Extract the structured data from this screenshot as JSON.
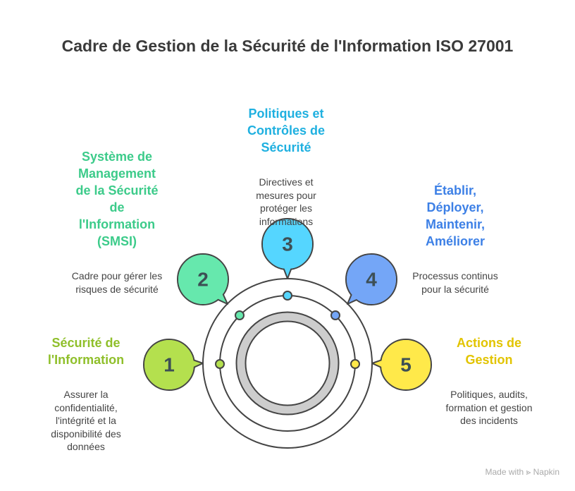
{
  "title": "Cadre de Gestion de la Sécurité de l'Information ISO 27001",
  "items": [
    {
      "number": "1",
      "title": "Sécurité de\nl'Information",
      "description": "Assurer la\nconfidentialité,\nl'intégrité et la\ndisponibilité des\ndonnées",
      "color": "#b4e04e",
      "title_color": "#8fbf2a"
    },
    {
      "number": "2",
      "title": "Système de\nManagement\nde la Sécurité\nde\nl'Information\n(SMSI)",
      "description": "Cadre pour gérer les\nrisques de sécurité",
      "color": "#66e8ad",
      "title_color": "#3ccb8a"
    },
    {
      "number": "3",
      "title": "Politiques et\nContrôles de\nSécurité",
      "description": "Directives et\nmesures pour\nprotéger les\ninformations",
      "color": "#55d6ff",
      "title_color": "#1fb0e0"
    },
    {
      "number": "4",
      "title": "Établir,\nDéployer,\nMaintenir,\nAméliorer",
      "description": "Processus continus\npour la sécurité",
      "color": "#74a6f7",
      "title_color": "#3d80e6"
    },
    {
      "number": "5",
      "title": "Actions de\nGestion",
      "description": "Politiques, audits,\nformation et gestion\ndes incidents",
      "color": "#ffe94a",
      "title_color": "#e2c400"
    }
  ],
  "footer": "Made with ⪢ Napkin"
}
